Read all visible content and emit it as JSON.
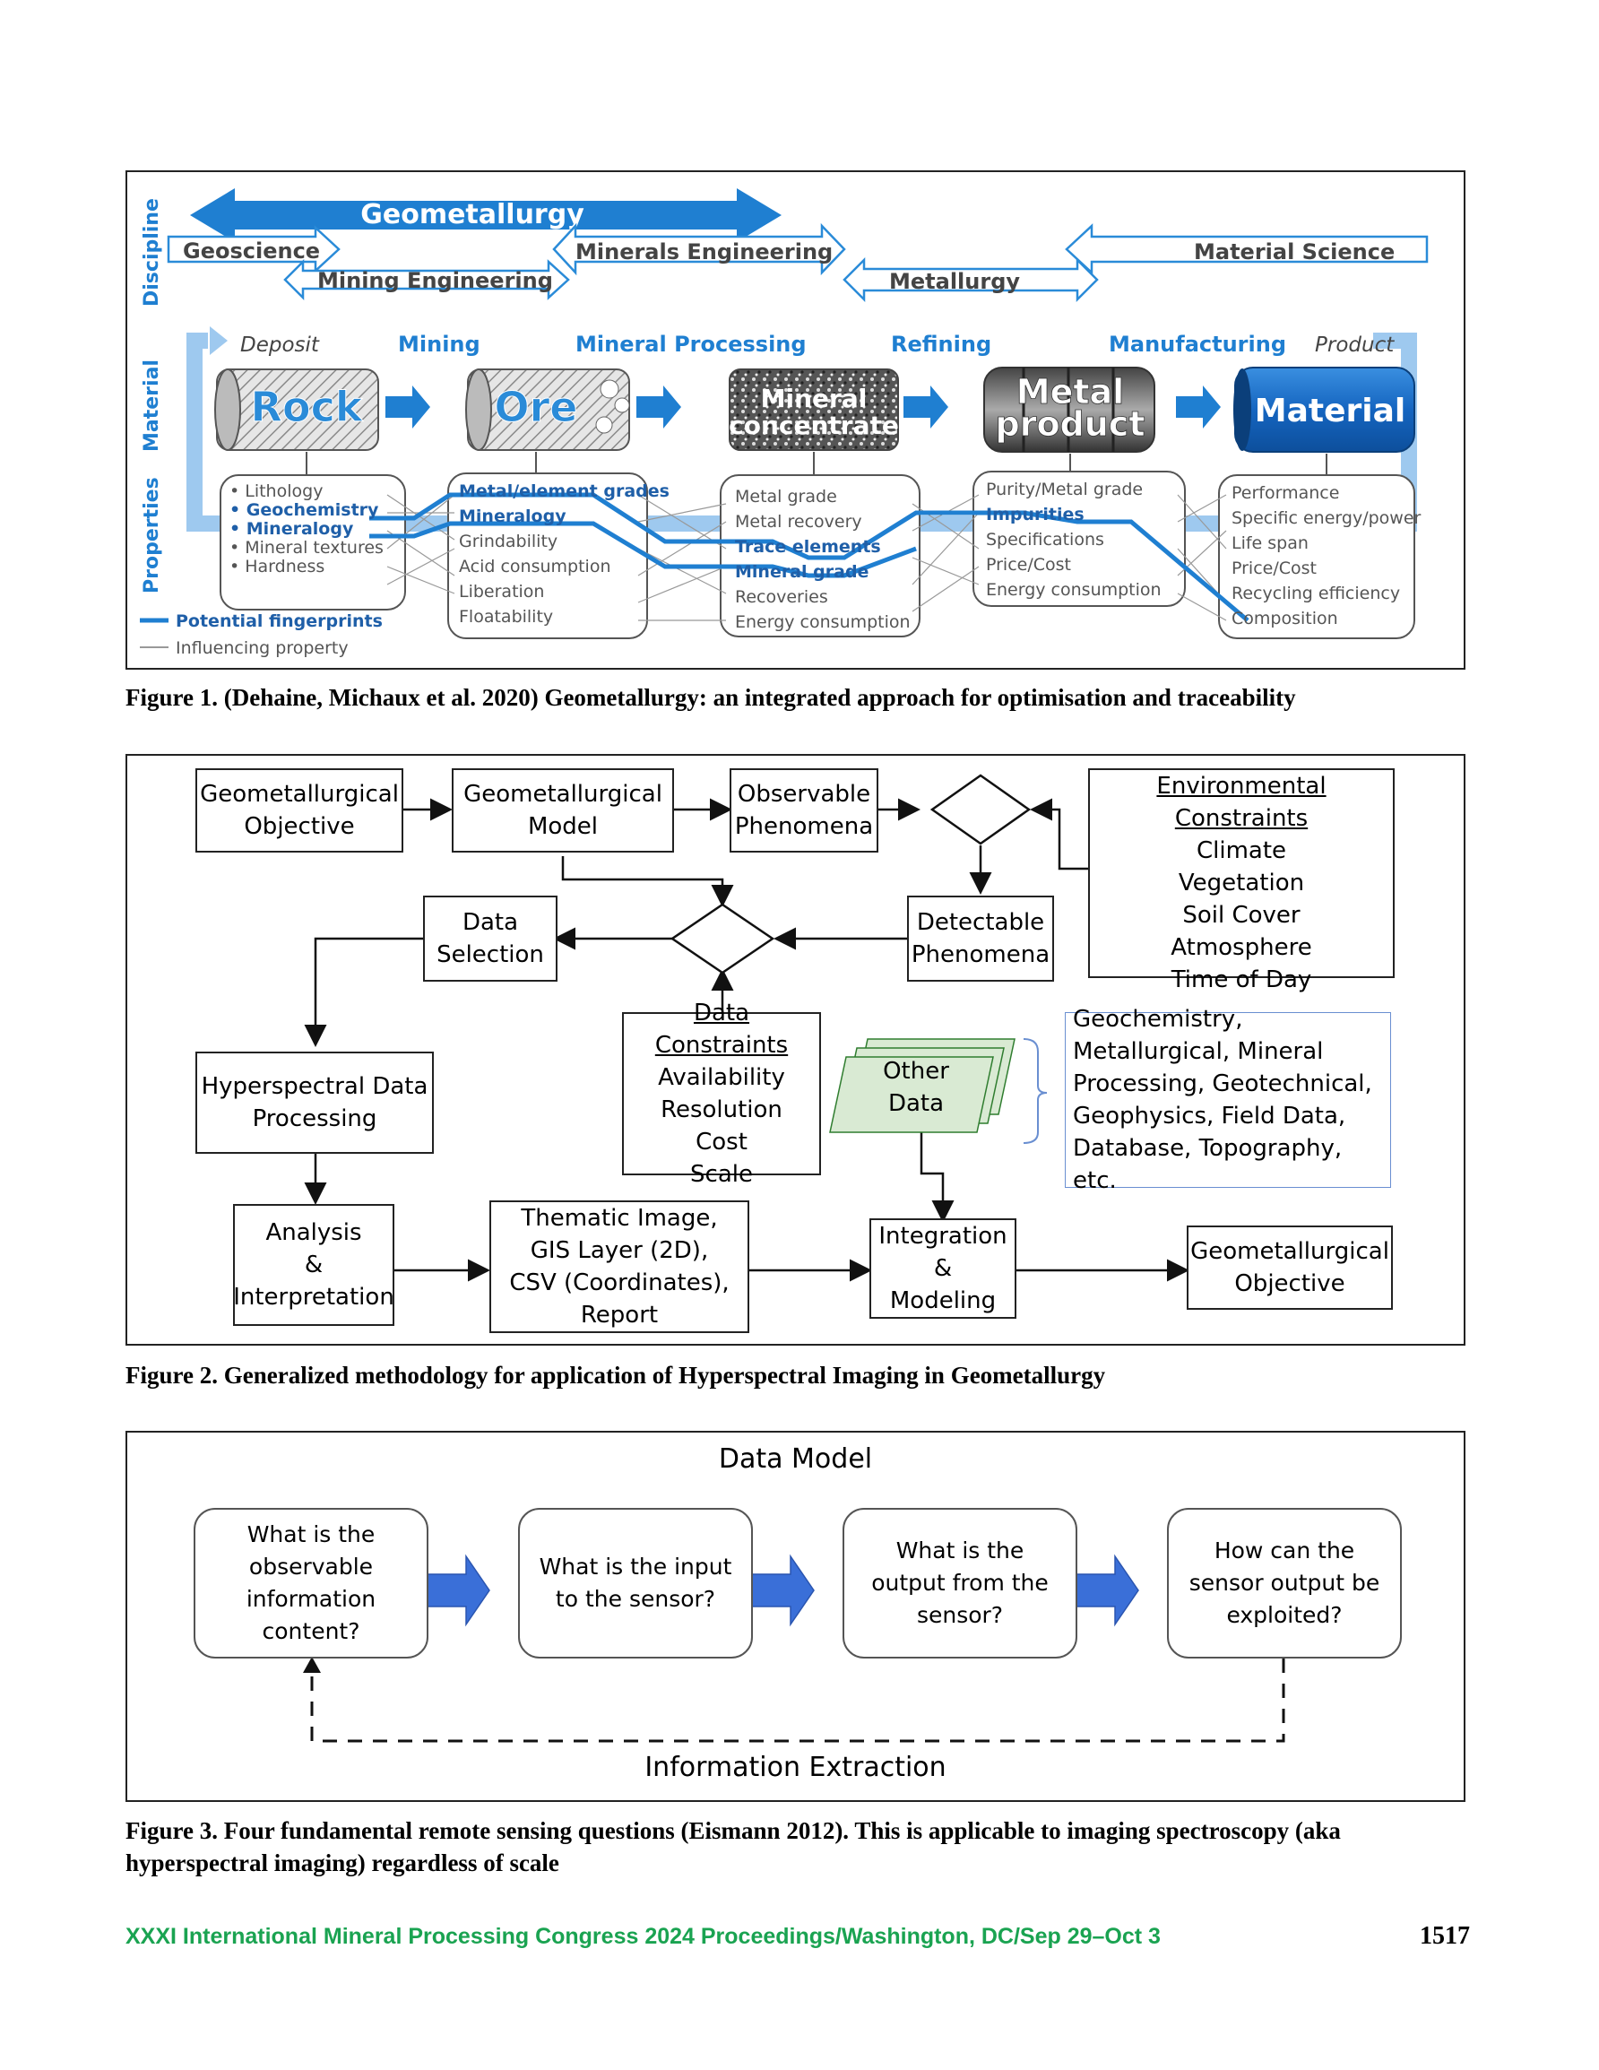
{
  "figure1": {
    "side_labels": {
      "discipline": "Discipline",
      "material": "Material",
      "properties": "Properties"
    },
    "geometallurgy": "Geometallurgy",
    "disciplines": [
      "Geoscience",
      "Mining Engineering",
      "Minerals Engineering",
      "Metallurgy",
      "Material Science"
    ],
    "stage_labels": [
      "Deposit",
      "Mining",
      "Mineral Processing",
      "Refining",
      "Manufacturing",
      "Product"
    ],
    "materials": [
      "Rock",
      "Ore",
      "Mineral concentrate",
      "Metal product",
      "Material"
    ],
    "properties": [
      [
        "Lithology",
        "Geochemistry",
        "Mineralogy",
        "Mineral textures",
        "Hardness"
      ],
      [
        "Metal/element grades",
        "Mineralogy",
        "Grindability",
        "Acid consumption",
        "Liberation",
        "Floatability"
      ],
      [
        "Metal grade",
        "Metal recovery",
        "Trace elements",
        "Mineral grade",
        "Recoveries",
        "Energy consumption"
      ],
      [
        "Purity/Metal grade",
        "Impurities",
        "Specifications",
        "Price/Cost",
        "Energy consumption"
      ],
      [
        "Performance",
        "Specific energy/power",
        "Life span",
        "Price/Cost",
        "Recycling efficiency",
        "Composition"
      ]
    ],
    "legend": {
      "potential": "Potential fingerprints",
      "influencing": "Influencing property"
    },
    "accent": "#1f7fd1"
  },
  "caption1": "Figure 1. (Dehaine, Michaux et al. 2020) Geometallurgy: an integrated approach for optimisation and traceability",
  "figure2": {
    "objective1": [
      "Geometallurgical",
      "Objective"
    ],
    "model": [
      "Geometallurgical",
      "Model"
    ],
    "observable": [
      "Observable",
      "Phenomena"
    ],
    "env_title": "Environmental Constraints",
    "env_items": [
      "Climate",
      "Vegetation",
      "Soil Cover",
      "Atmosphere",
      "Time of Day"
    ],
    "data_selection": [
      "Data",
      "Selection"
    ],
    "detectable": [
      "Detectable",
      "Phenomena"
    ],
    "constraints_title": "Data Constraints",
    "constraints_items": [
      "Availability",
      "Resolution",
      "Cost",
      "Scale"
    ],
    "other_data": [
      "Other",
      "Data"
    ],
    "other_list": [
      "Geochemistry,",
      "Metallurgical, Mineral",
      "Processing, Geotechnical,",
      "Geophysics, Field Data,",
      "Database, Topography, etc."
    ],
    "hyperspectral": [
      "Hyperspectral Data",
      "Processing"
    ],
    "analysis": [
      "Analysis",
      "&",
      "Interpretation"
    ],
    "thematic": [
      "Thematic Image,",
      "GIS Layer (2D),",
      "CSV (Coordinates),",
      "Report"
    ],
    "integration": [
      "Integration",
      "&",
      "Modeling"
    ],
    "objective2": [
      "Geometallurgical",
      "Objective"
    ]
  },
  "caption2": "Figure 2.  Generalized methodology for application of Hyperspectral Imaging in Geometallurgy",
  "figure3": {
    "title": "Data Model",
    "questions": [
      [
        "What is the",
        "observable",
        "information",
        "content?"
      ],
      [
        "What is the input",
        "to the sensor?"
      ],
      [
        "What is the",
        "output from the",
        "sensor?"
      ],
      [
        "How can the",
        "sensor output be",
        "exploited?"
      ]
    ],
    "bottom_label": "Information Extraction"
  },
  "caption3": "Figure 3.  Four fundamental remote sensing questions (Eismann 2012). This is applicable to imaging spectroscopy (aka hyperspectral imaging) regardless of scale",
  "footer": {
    "proceedings": "XXXI International Mineral Processing Congress 2024 Proceedings/Washington, DC/Sep 29–Oct 3",
    "page_number": "1517"
  }
}
